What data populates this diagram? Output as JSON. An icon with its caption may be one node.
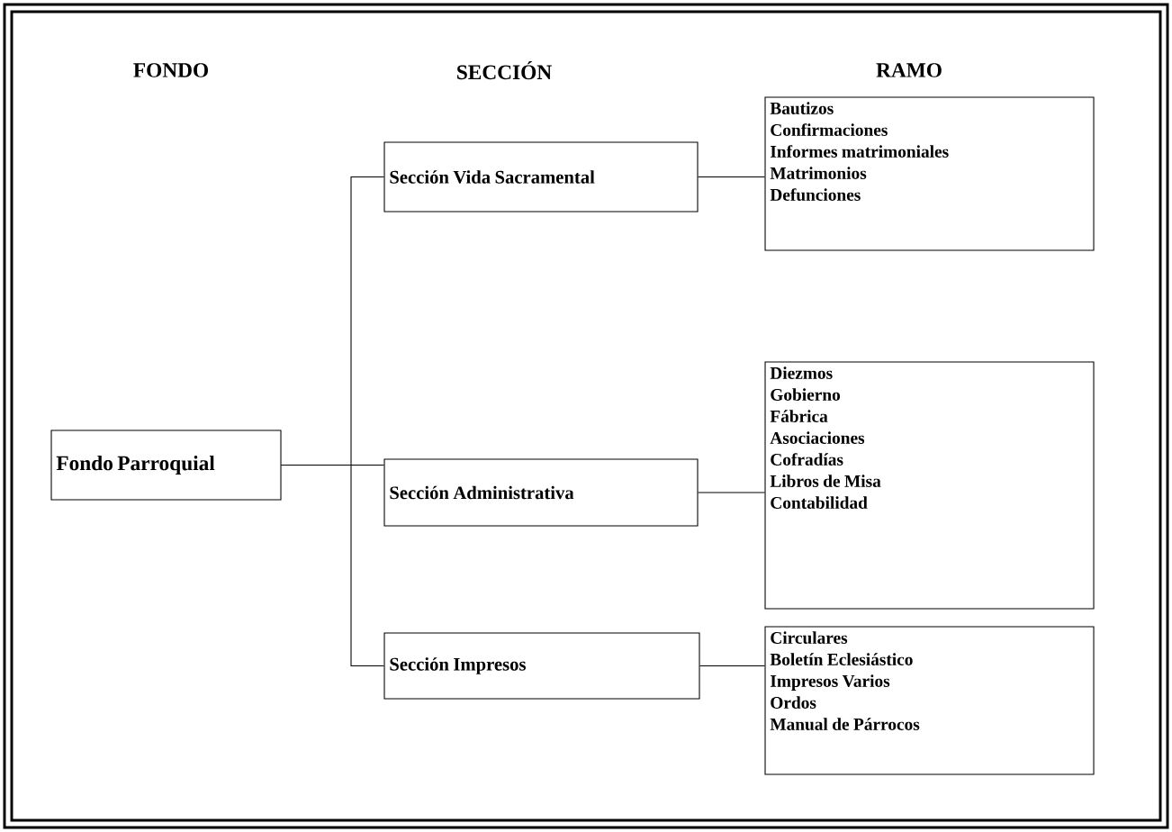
{
  "diagram": {
    "nodes": [
      {
        "text": [
          "Fondo Parroquial"
        ]
      },
      {
        "text": [
          "Sección Vida Sacramental"
        ]
      },
      {
        "text": [
          "Sección Administrativa"
        ]
      },
      {
        "text": [
          "Sección Impresos"
        ]
      },
      {
        "text": [
          "Bautizos",
          "Confirmaciones",
          "Informes matrimoniales",
          "Matrimonios",
          "Defunciones"
        ]
      },
      {
        "text": [
          "Diezmos",
          "Gobierno",
          "Fábrica",
          "Asociaciones",
          "Cofradías",
          "Libros de Misa",
          "Contabilidad"
        ]
      },
      {
        "text": [
          "Circulares",
          "Boletín Eclesiástico",
          "Impresos Varios",
          "Ordos",
          "Manual de Párrocos"
        ]
      }
    ],
    "edges": [
      {
        "from": 0,
        "to": 1,
        "arrow": "none"
      },
      {
        "from": 0,
        "to": 2,
        "arrow": "none"
      },
      {
        "from": 0,
        "to": 3,
        "arrow": "none"
      },
      {
        "from": 1,
        "to": 4,
        "arrow": "none"
      },
      {
        "from": 2,
        "to": 5,
        "arrow": "none"
      },
      {
        "from": 3,
        "to": 6,
        "arrow": "none"
      }
    ],
    "labels": [
      "FONDO",
      "SECCIÓN",
      "RAMO"
    ]
  }
}
